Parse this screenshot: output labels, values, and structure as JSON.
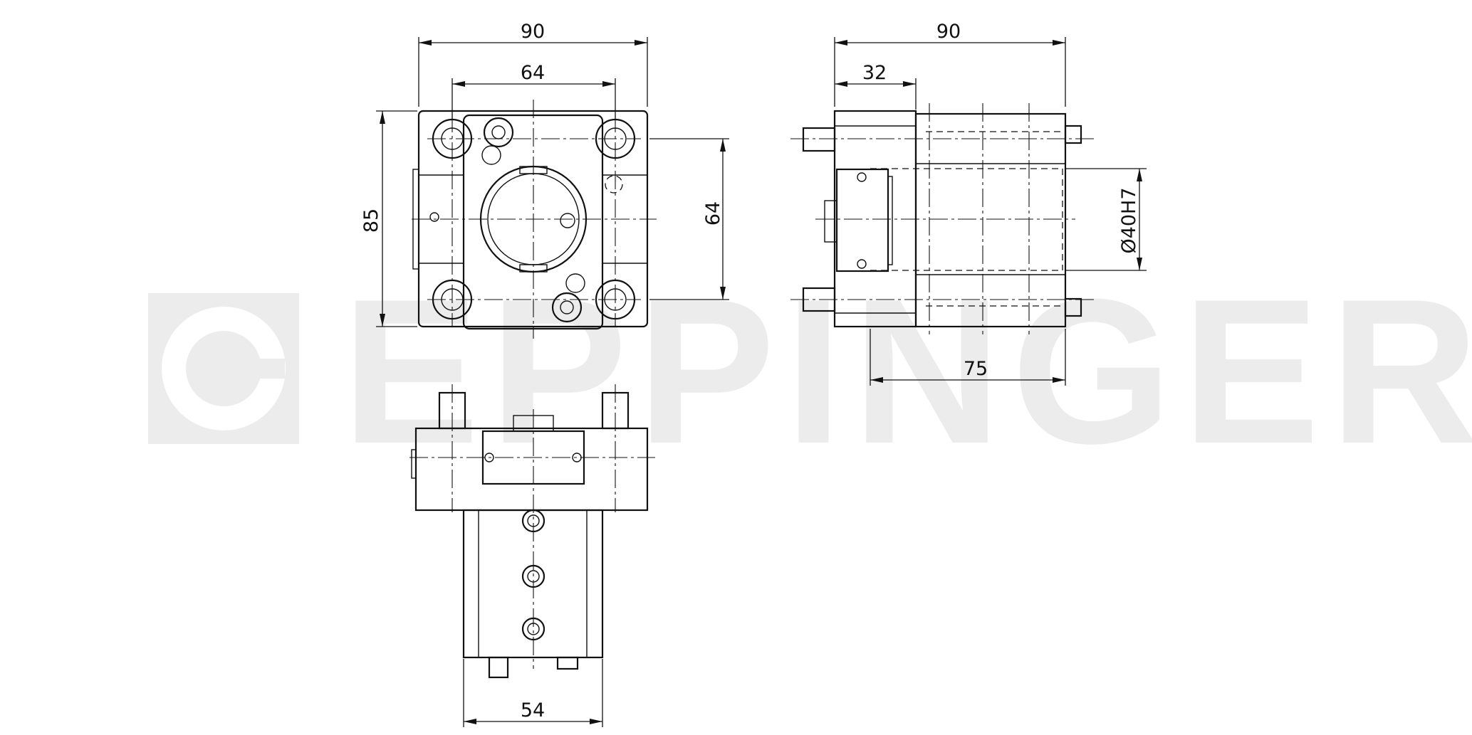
{
  "watermark": {
    "text": "EPPINGER",
    "color": "#ececec"
  },
  "colors": {
    "line": "#111111",
    "background": "#ffffff"
  },
  "dimensions": {
    "front_width": "90",
    "front_bolt_spacing": "64",
    "front_height": "85",
    "front_vertical_spacing": "64",
    "side_width": "90",
    "side_flange": "32",
    "side_bore": "Ø40H7",
    "side_body_length": "75",
    "bottom_shank_width": "54"
  }
}
